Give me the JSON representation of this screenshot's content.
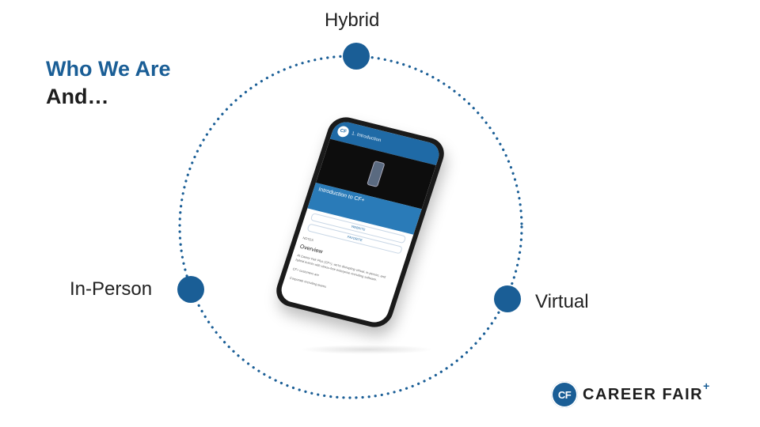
{
  "headline": {
    "line1": "Who We Are",
    "line2": "And…"
  },
  "nodes": {
    "hybrid": "Hybrid",
    "in_person": "In-Person",
    "virtual": "Virtual"
  },
  "phone_screen": {
    "header_title": "1. Introduction",
    "logo_initials": "CF",
    "banner_title": "Introduction to CF+",
    "button_1": "WEBSITE",
    "button_2": "FAVORITE",
    "notes_label": "NOTES",
    "overview_title": "Overview",
    "overview_text": "At Career Fair Plus (CF+), we're disrupting virtual, in-person, and hybrid events with stress-free enterprise recruiting software.",
    "bullets": [
      "CF+ customers are",
      "Corporate recruiting teams"
    ]
  },
  "logo": {
    "initials": "CF",
    "wordmark": "CAREER FAIR",
    "plus": "+"
  },
  "colors": {
    "accent": "#1a5e96",
    "text": "#1d1d1d"
  }
}
